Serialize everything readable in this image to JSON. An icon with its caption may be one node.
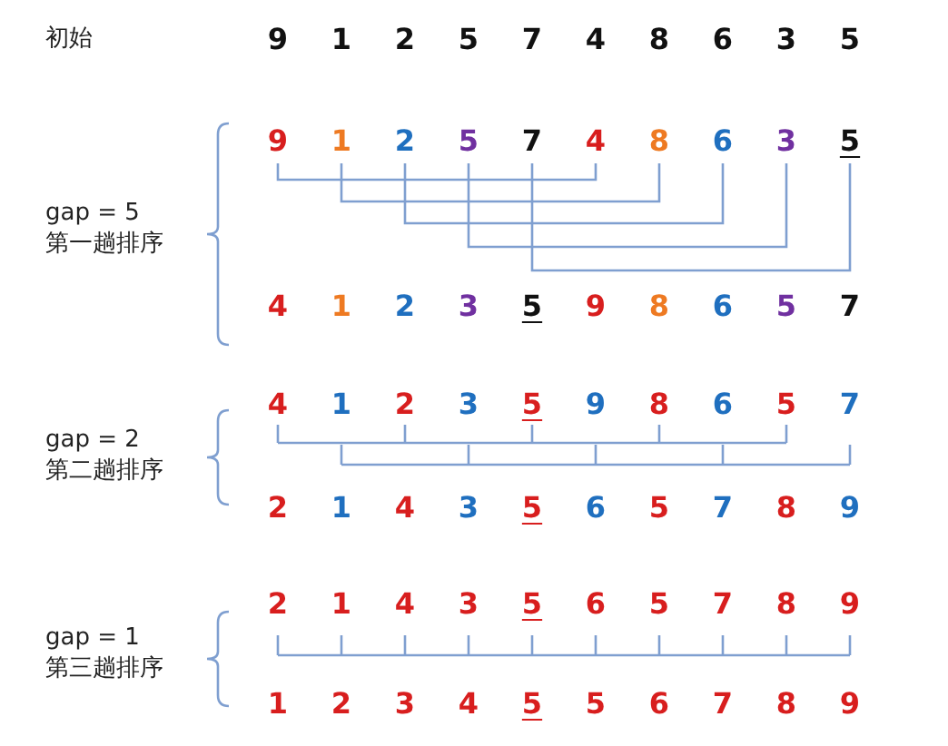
{
  "diagram": {
    "labels": [
      "初始",
      "9",
      "1",
      "2",
      "5",
      "7",
      "4",
      "8",
      "6",
      "3",
      "5",
      "9",
      "1",
      "2",
      "5",
      "7",
      "4",
      "8",
      "6",
      "3",
      "5",
      "gap = 5",
      "第一趟排序",
      "4",
      "1",
      "2",
      "3",
      "5",
      "9",
      "8",
      "6",
      "5",
      "7",
      "4",
      "1",
      "2",
      "3",
      "5",
      "9",
      "8",
      "6",
      "5",
      "7",
      "gap = 2",
      "第二趟排序",
      "2",
      "1",
      "4",
      "3",
      "5",
      "6",
      "5",
      "7",
      "8",
      "9",
      "2",
      "1",
      "4",
      "3",
      "5",
      "6",
      "5",
      "7",
      "8",
      "9",
      "gap = 1",
      "第三趟排序",
      "1",
      "2",
      "3",
      "4",
      "5",
      "5",
      "6",
      "7",
      "8",
      "9"
    ]
  }
}
